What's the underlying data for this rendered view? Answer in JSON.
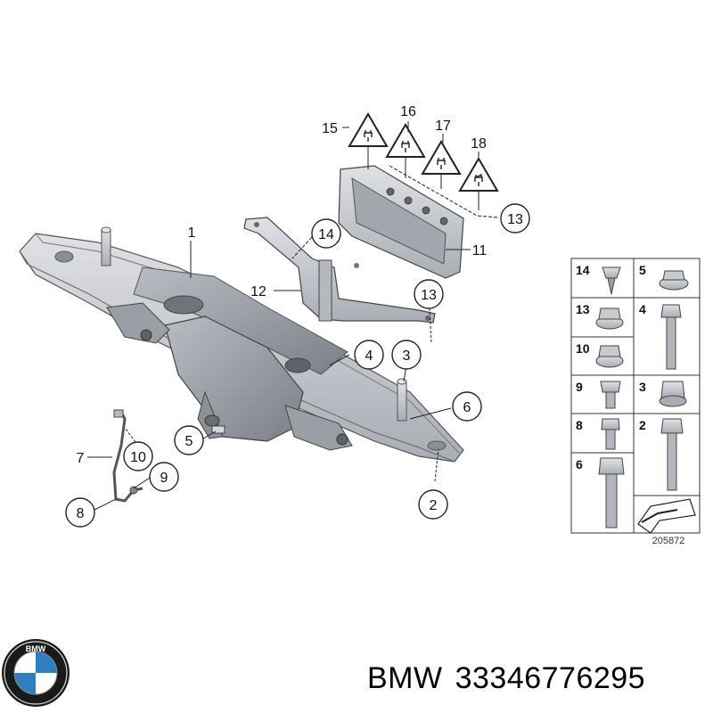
{
  "callouts": {
    "c1": "1",
    "c2": "2",
    "c3": "3",
    "c4": "4",
    "c5": "5",
    "c6": "6",
    "c7": "7",
    "c8": "8",
    "c9": "9",
    "c10": "10",
    "c11": "11",
    "c12": "12",
    "c13a": "13",
    "c13b": "13",
    "c14": "14",
    "c15": "15",
    "c16": "16",
    "c17": "17",
    "c18": "18"
  },
  "legend": {
    "cells": [
      "14",
      "5",
      "13",
      "4",
      "10",
      "",
      "9",
      "3",
      "8",
      "2",
      "6"
    ],
    "catalog_number": "205872"
  },
  "footer": {
    "brand": "BMW",
    "part_number": "33346776295",
    "logo_text": "BMW"
  },
  "colors": {
    "part_fill": "#c9ccd1",
    "part_shadow": "#8d9198",
    "line": "#222222",
    "logo_blue": "#2d7fc1",
    "logo_ring": "#1a1a1a"
  }
}
